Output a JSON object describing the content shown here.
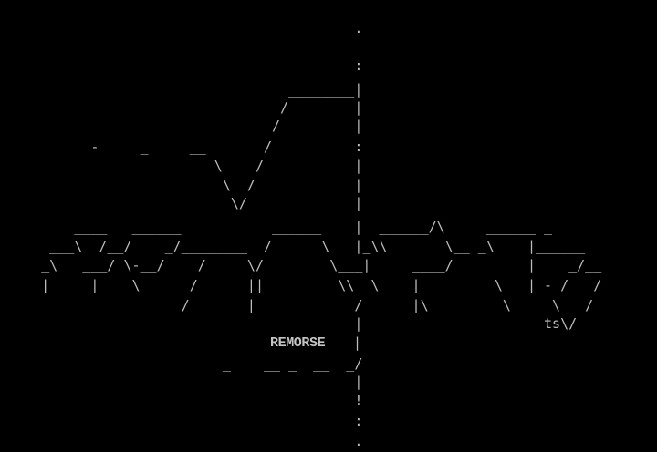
{
  "art": {
    "rows": [
      "                                           .",
      "                                           :",
      "                                   ________|",
      "                                  /        |",
      "                                 /         |",
      "           -     _     __       /          :",
      "                          \\    /           |",
      "                           \\  /            |",
      "                            \\/             |",
      "         ____   ______           ______    |  ______/\\     ______ _",
      "      ___\\  /__/    _/________  /      \\   |_\\\\       \\__ _\\    |______",
      "     _\\   ___/ \\-__/    /     \\/        \\___|     ____/         |    _/__",
      "     |_____|____\\______/      ||_________\\\\__\\    |         \\___| -_/   /",
      "                      /_______|            /______|\\_________\\_____\\  _/",
      "                                           |                      ts\\/",
      "                                           |",
      "                           _    __ _  __  _/",
      "                                           |",
      "                                           !",
      "                                           :",
      "                                           ."
    ],
    "title": "REMORSE",
    "signature": "ts"
  }
}
